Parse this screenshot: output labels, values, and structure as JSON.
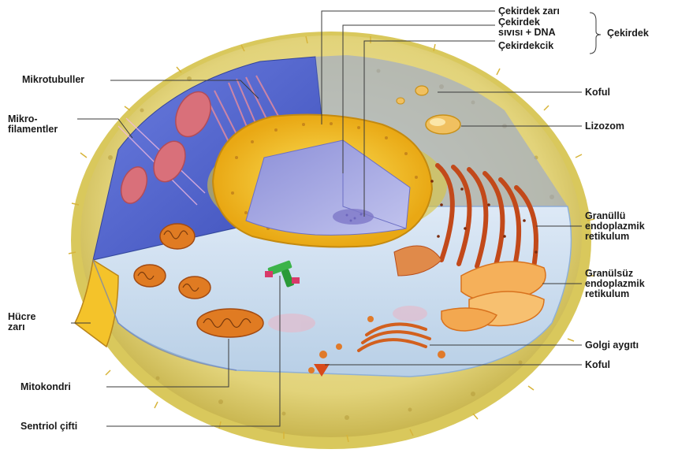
{
  "labels": {
    "cekirdek_zari": "Çekirdek zarı",
    "cekirdek_sivisi_1": "Çekirdek",
    "cekirdek_sivisi_2": "sıvısı + DNA",
    "cekirdekcik": "Çekirdekcik",
    "cekirdek_group": "Çekirdek",
    "mikrotubuller": "Mikrotubuller",
    "mikrofilamentler_1": "Mikro-",
    "mikrofilamentler_2": "filamentler",
    "koful_top": "Koful",
    "lizozom": "Lizozom",
    "granullu_1": "Granüllü",
    "granullu_2": "endoplazmik",
    "granullu_3": "retikulum",
    "granulsuz_1": "Granülsüz",
    "granulsuz_2": "endoplazmik",
    "granulsuz_3": "retikulum",
    "hucre_zari_1": "Hücre",
    "hucre_zari_2": "zarı",
    "golgi": "Golgi aygıtı",
    "koful_bottom": "Koful",
    "mitokondri": "Mitokondri",
    "sentriol": "Sentriol çifti"
  },
  "colors": {
    "membrane": "#e8d66a",
    "cytoplasm": "#c9dff0",
    "nucleus": "#f2c21c",
    "er": "#d8601c",
    "mitochondria": "#d86a1a",
    "wall": "#4a5fc8",
    "centriole": "#3cb34a",
    "lysosome": "#f0c060"
  }
}
